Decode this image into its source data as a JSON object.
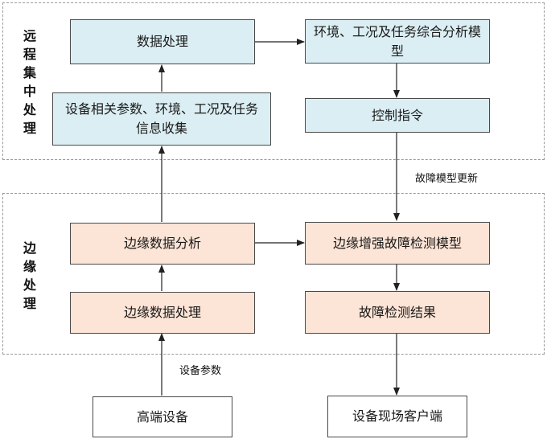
{
  "regions": {
    "remote": {
      "label": "远程集中处理"
    },
    "edge": {
      "label": "边缘处理"
    }
  },
  "boxes": {
    "data_processing": "数据处理",
    "env_analysis_model": "环境、工况及任务综合分析模型",
    "param_collection": "设备相关参数、环境、工况及任务信息收集",
    "control_command": "控制指令",
    "edge_data_analysis": "边缘数据分析",
    "edge_fault_model": "边缘增强故障检测模型",
    "edge_data_processing": "边缘数据处理",
    "fault_result": "故障检测结果",
    "high_end_device": "高端设备",
    "onsite_client": "设备现场客户端"
  },
  "edge_labels": {
    "model_update": "故障模型更新",
    "device_params": "设备参数"
  },
  "colors": {
    "remote_fill": "#dbeef3",
    "edge_fill": "#fce4d6",
    "border": "#4a4a4a"
  }
}
